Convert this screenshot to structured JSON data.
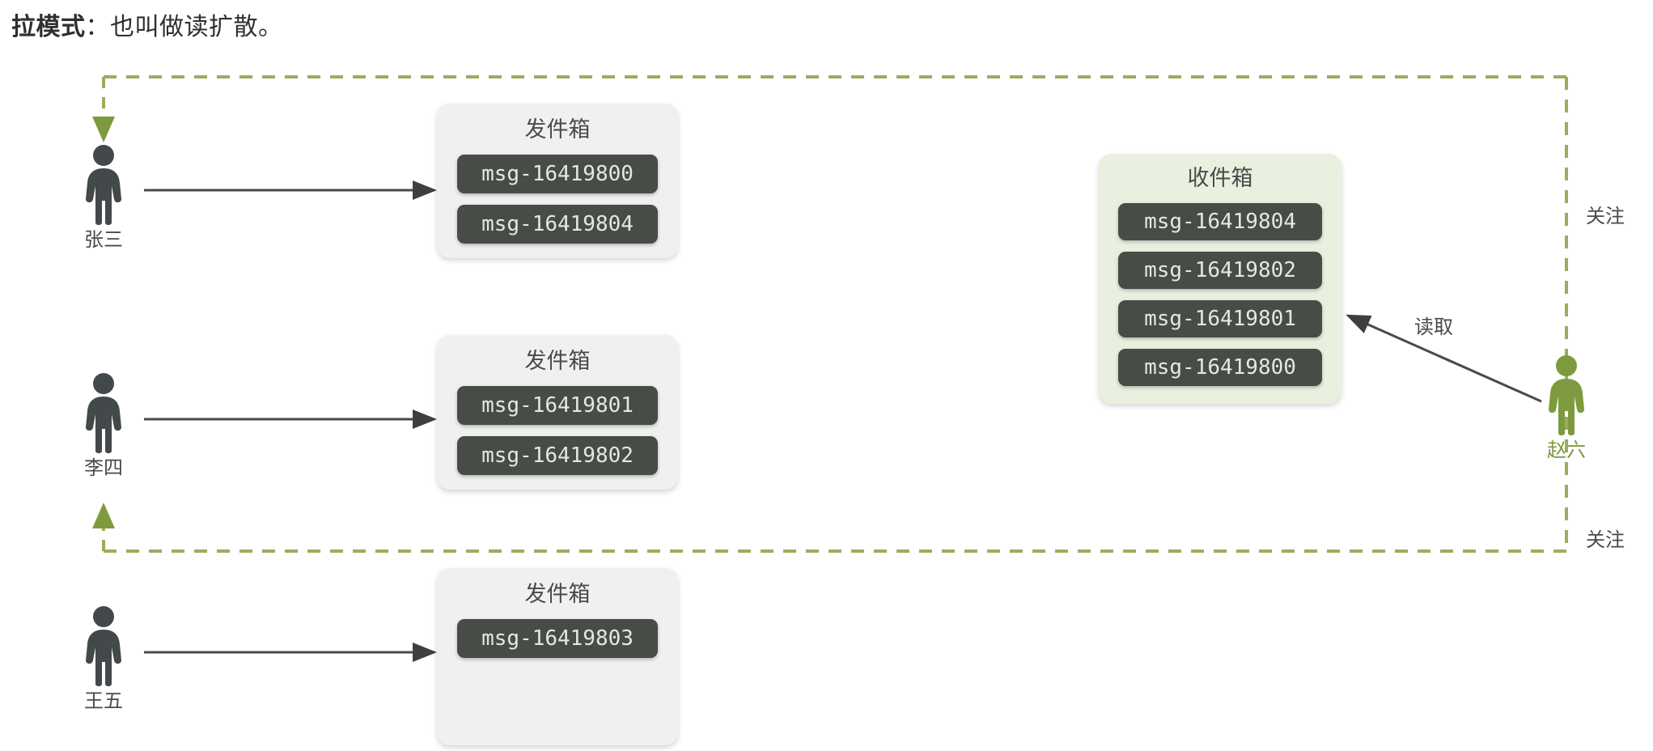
{
  "title": {
    "strong": "拉模式",
    "rest": "：也叫做读扩散。"
  },
  "colors": {
    "dashed_line": "#9aad5e",
    "follower_green": "#7d9b3e",
    "person_gray": "#43494a",
    "pill_bg": "#474c47",
    "pill_text": "#e6e6e6",
    "outbox_bg": "#f0f0f0",
    "inbox_bg": "#eaf0e0",
    "arrow": "#4a4a4a"
  },
  "people": [
    {
      "name": "张三",
      "icon": "person-icon",
      "color": "gray"
    },
    {
      "name": "李四",
      "icon": "person-icon",
      "color": "gray"
    },
    {
      "name": "王五",
      "icon": "person-icon",
      "color": "gray"
    },
    {
      "name": "赵六",
      "icon": "person-icon",
      "color": "green"
    }
  ],
  "outboxes": [
    {
      "title": "发件箱",
      "messages": [
        "msg-16419800",
        "msg-16419804"
      ]
    },
    {
      "title": "发件箱",
      "messages": [
        "msg-16419801",
        "msg-16419802"
      ]
    },
    {
      "title": "发件箱",
      "messages": [
        "msg-16419803"
      ]
    }
  ],
  "inbox": {
    "title": "收件箱",
    "messages": [
      "msg-16419804",
      "msg-16419802",
      "msg-16419801",
      "msg-16419800"
    ]
  },
  "edges": {
    "read_label": "读取",
    "follow_label_top": "关注",
    "follow_label_bottom": "关注"
  }
}
